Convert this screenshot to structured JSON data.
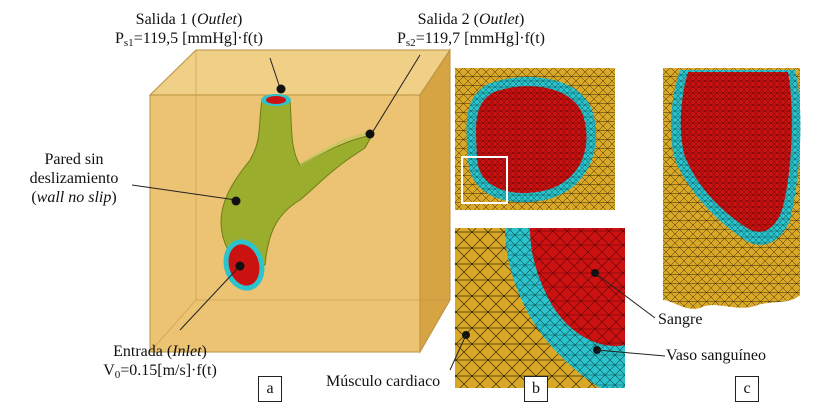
{
  "labels": {
    "outlet1": {
      "line1_pre": "Salida 1 (",
      "line1_italic": "Outlet",
      "line1_post": ")",
      "line2_P": "P",
      "line2_sub": "s1",
      "line2_rest": "=119,5 [mmHg]·f(t)"
    },
    "outlet2": {
      "line1_pre": "Salida 2 (",
      "line1_italic": "Outlet",
      "line1_post": ")",
      "line2_P": "P",
      "line2_sub": "s2",
      "line2_rest": "=119,7 [mmHg]·f(t)"
    },
    "wall": {
      "line1": "Pared sin",
      "line2": "deslizamiento",
      "line3_pre": "(",
      "line3_italic": "wall no slip",
      "line3_post": ")"
    },
    "inlet": {
      "line1_pre": "Entrada (",
      "line1_italic": "Inlet",
      "line1_post": ")",
      "line2_V": "V",
      "line2_sub": "0",
      "line2_rest": "=0.15[m/s]·f(t)"
    },
    "blood": "Sangre",
    "vessel": "Vaso sanguíneo",
    "muscle": "Músculo cardiaco"
  },
  "panels": {
    "a": "a",
    "b": "b",
    "c": "c"
  },
  "colors": {
    "muscle": "#d9a826",
    "blood": "#cc1111",
    "vessel_wall": "#2cc4cc",
    "artery": "#9aad2c",
    "box": "#e8b85a"
  }
}
